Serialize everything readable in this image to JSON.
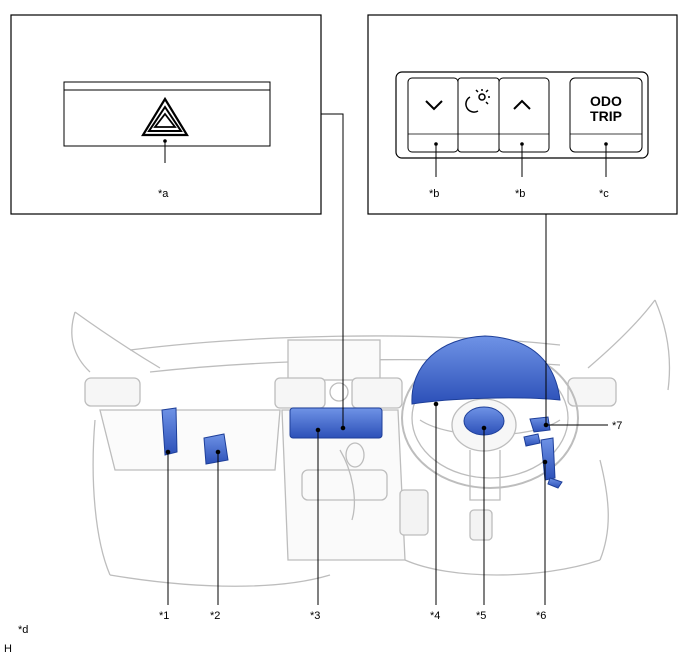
{
  "labels": {
    "a": "*a",
    "b1": "*b",
    "b2": "*b",
    "c": "*c",
    "d": "*d",
    "n1": "*1",
    "n2": "*2",
    "n3": "*3",
    "n4": "*4",
    "n5": "*5",
    "n6": "*6",
    "n7": "*7"
  },
  "odo_button": {
    "line1": "ODO",
    "line2": "TRIP"
  },
  "corner_code": "H",
  "icons": [
    "hazard-triangle-icon",
    "chevron-down-icon",
    "brightness-icon",
    "chevron-up-icon"
  ],
  "colors": {
    "highlight": "#3a63c9",
    "line": "#000000",
    "car_outline": "#bdbdbd"
  }
}
